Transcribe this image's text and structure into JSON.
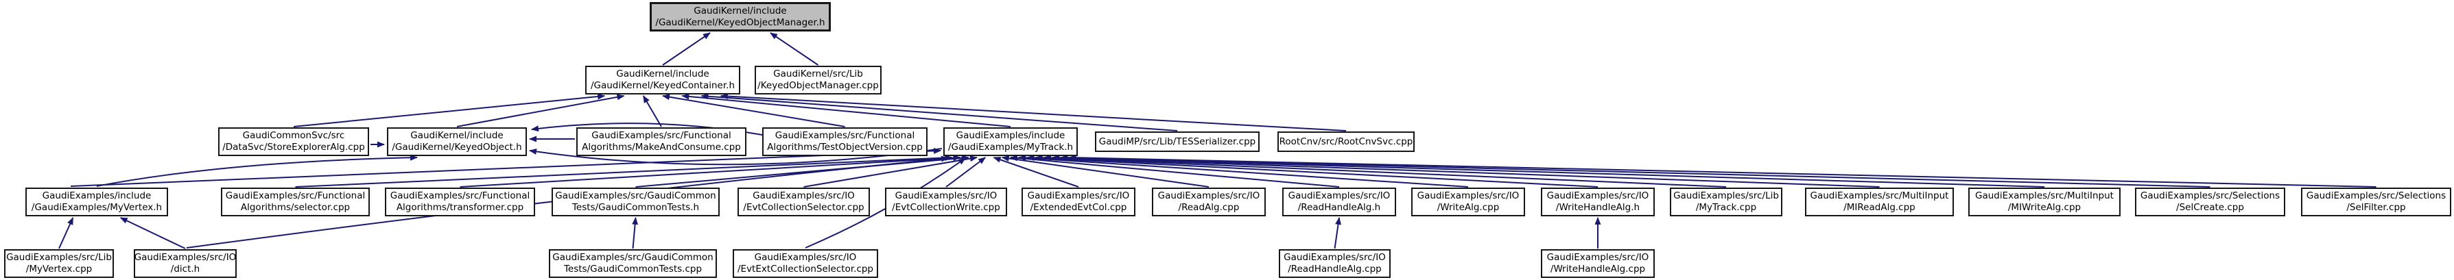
{
  "graph": {
    "kind": "include-dependency-graph",
    "edge_color": "#191970",
    "node_border_color": "#161616",
    "node_fill": "#ffffff",
    "root_fill": "#bdbdbd",
    "nodes": [
      {
        "id": "root",
        "lines": [
          "GaudiKernel/include",
          "/GaudiKernel/KeyedObjectManager.h"
        ],
        "root": true
      },
      {
        "id": "keyedcontainer_h",
        "lines": [
          "GaudiKernel/include",
          "/GaudiKernel/KeyedContainer.h"
        ]
      },
      {
        "id": "keyedobjectmanager_cpp",
        "lines": [
          "GaudiKernel/src/Lib",
          "/KeyedObjectManager.cpp"
        ]
      },
      {
        "id": "storeexploreralg_cpp",
        "lines": [
          "GaudiCommonSvc/src",
          "/DataSvc/StoreExplorerAlg.cpp"
        ]
      },
      {
        "id": "keyedobject_h",
        "lines": [
          "GaudiKernel/include",
          "/GaudiKernel/KeyedObject.h"
        ]
      },
      {
        "id": "makeandconsume_cpp",
        "lines": [
          "GaudiExamples/src/Functional",
          "Algorithms/MakeAndConsume.cpp"
        ]
      },
      {
        "id": "testobjectversion_cpp",
        "lines": [
          "GaudiExamples/src/Functional",
          "Algorithms/TestObjectVersion.cpp"
        ]
      },
      {
        "id": "mytrack_h",
        "lines": [
          "GaudiExamples/include",
          "/GaudiExamples/MyTrack.h"
        ]
      },
      {
        "id": "tesserializer_cpp",
        "lines": [
          "GaudiMP/src/Lib/TESSerializer.cpp"
        ]
      },
      {
        "id": "rootcnvsvc_cpp",
        "lines": [
          "RootCnv/src/RootCnvSvc.cpp"
        ]
      },
      {
        "id": "myvertex_h",
        "lines": [
          "GaudiExamples/include",
          "/GaudiExamples/MyVertex.h"
        ]
      },
      {
        "id": "selector_cpp",
        "lines": [
          "GaudiExamples/src/Functional",
          "Algorithms/selector.cpp"
        ]
      },
      {
        "id": "transformer_cpp",
        "lines": [
          "GaudiExamples/src/Functional",
          "Algorithms/transformer.cpp"
        ]
      },
      {
        "id": "gaudicommontests_h",
        "lines": [
          "GaudiExamples/src/GaudiCommon",
          "Tests/GaudiCommonTests.h"
        ]
      },
      {
        "id": "evtcollectionselector_cpp",
        "lines": [
          "GaudiExamples/src/IO",
          "/EvtCollectionSelector.cpp"
        ]
      },
      {
        "id": "evtcollectionwrite_cpp",
        "lines": [
          "GaudiExamples/src/IO",
          "/EvtCollectionWrite.cpp"
        ]
      },
      {
        "id": "extendedevtcol_cpp",
        "lines": [
          "GaudiExamples/src/IO",
          "/ExtendedEvtCol.cpp"
        ]
      },
      {
        "id": "readalg_cpp",
        "lines": [
          "GaudiExamples/src/IO",
          "/ReadAlg.cpp"
        ]
      },
      {
        "id": "readhandlealg_h",
        "lines": [
          "GaudiExamples/src/IO",
          "/ReadHandleAlg.h"
        ]
      },
      {
        "id": "writealg_cpp",
        "lines": [
          "GaudiExamples/src/IO",
          "/WriteAlg.cpp"
        ]
      },
      {
        "id": "writehandlealg_h",
        "lines": [
          "GaudiExamples/src/IO",
          "/WriteHandleAlg.h"
        ]
      },
      {
        "id": "mytrack_cpp",
        "lines": [
          "GaudiExamples/src/Lib",
          "/MyTrack.cpp"
        ]
      },
      {
        "id": "mireadalg_cpp",
        "lines": [
          "GaudiExamples/src/MultiInput",
          "/MIReadAlg.cpp"
        ]
      },
      {
        "id": "miwritealg_cpp",
        "lines": [
          "GaudiExamples/src/MultiInput",
          "/MIWriteAlg.cpp"
        ]
      },
      {
        "id": "selcreate_cpp",
        "lines": [
          "GaudiExamples/src/Selections",
          "/SelCreate.cpp"
        ]
      },
      {
        "id": "selfilter_cpp",
        "lines": [
          "GaudiExamples/src/Selections",
          "/SelFilter.cpp"
        ]
      },
      {
        "id": "myvertex_cpp",
        "lines": [
          "GaudiExamples/src/Lib",
          "/MyVertex.cpp"
        ]
      },
      {
        "id": "dict_h",
        "lines": [
          "GaudiExamples/src/IO",
          "/dict.h"
        ]
      },
      {
        "id": "gaudicommontests_cpp",
        "lines": [
          "GaudiExamples/src/GaudiCommon",
          "Tests/GaudiCommonTests.cpp"
        ]
      },
      {
        "id": "evtextcollectionselector_cpp",
        "lines": [
          "GaudiExamples/src/IO",
          "/EvtExtCollectionSelector.cpp"
        ]
      },
      {
        "id": "readhandlealg_cpp",
        "lines": [
          "GaudiExamples/src/IO",
          "/ReadHandleAlg.cpp"
        ]
      },
      {
        "id": "writehandlealg_cpp",
        "lines": [
          "GaudiExamples/src/IO",
          "/WriteHandleAlg.cpp"
        ]
      }
    ],
    "edges": [
      {
        "from": "keyedcontainer_h",
        "to": "root"
      },
      {
        "from": "keyedobjectmanager_cpp",
        "to": "root"
      },
      {
        "from": "storeexploreralg_cpp",
        "to": "keyedcontainer_h"
      },
      {
        "from": "keyedobject_h",
        "to": "keyedcontainer_h"
      },
      {
        "from": "makeandconsume_cpp",
        "to": "keyedcontainer_h"
      },
      {
        "from": "testobjectversion_cpp",
        "to": "keyedcontainer_h"
      },
      {
        "from": "mytrack_h",
        "to": "keyedcontainer_h"
      },
      {
        "from": "tesserializer_cpp",
        "to": "keyedcontainer_h"
      },
      {
        "from": "rootcnvsvc_cpp",
        "to": "keyedcontainer_h"
      },
      {
        "from": "storeexploreralg_cpp",
        "to": "keyedobject_h"
      },
      {
        "from": "makeandconsume_cpp",
        "to": "keyedobject_h"
      },
      {
        "from": "testobjectversion_cpp",
        "to": "keyedobject_h"
      },
      {
        "from": "myvertex_h",
        "to": "keyedobject_h"
      },
      {
        "from": "mytrack_h",
        "to": "keyedobject_h"
      },
      {
        "from": "myvertex_h",
        "to": "mytrack_h"
      },
      {
        "from": "selector_cpp",
        "to": "mytrack_h"
      },
      {
        "from": "transformer_cpp",
        "to": "mytrack_h"
      },
      {
        "from": "gaudicommontests_h",
        "to": "mytrack_h"
      },
      {
        "from": "evtcollectionselector_cpp",
        "to": "mytrack_h"
      },
      {
        "from": "evtcollectionwrite_cpp",
        "to": "mytrack_h"
      },
      {
        "from": "extendedevtcol_cpp",
        "to": "mytrack_h"
      },
      {
        "from": "readalg_cpp",
        "to": "mytrack_h"
      },
      {
        "from": "readhandlealg_h",
        "to": "mytrack_h"
      },
      {
        "from": "writealg_cpp",
        "to": "mytrack_h"
      },
      {
        "from": "writehandlealg_h",
        "to": "mytrack_h"
      },
      {
        "from": "mytrack_cpp",
        "to": "mytrack_h"
      },
      {
        "from": "mireadalg_cpp",
        "to": "mytrack_h"
      },
      {
        "from": "miwritealg_cpp",
        "to": "mytrack_h"
      },
      {
        "from": "selcreate_cpp",
        "to": "mytrack_h"
      },
      {
        "from": "selfilter_cpp",
        "to": "mytrack_h"
      },
      {
        "from": "dict_h",
        "to": "mytrack_h"
      },
      {
        "from": "evtextcollectionselector_cpp",
        "to": "mytrack_h"
      },
      {
        "from": "myvertex_cpp",
        "to": "myvertex_h"
      },
      {
        "from": "dict_h",
        "to": "myvertex_h"
      },
      {
        "from": "gaudicommontests_cpp",
        "to": "gaudicommontests_h"
      },
      {
        "from": "readhandlealg_cpp",
        "to": "readhandlealg_h"
      },
      {
        "from": "writehandlealg_cpp",
        "to": "writehandlealg_h"
      }
    ]
  }
}
